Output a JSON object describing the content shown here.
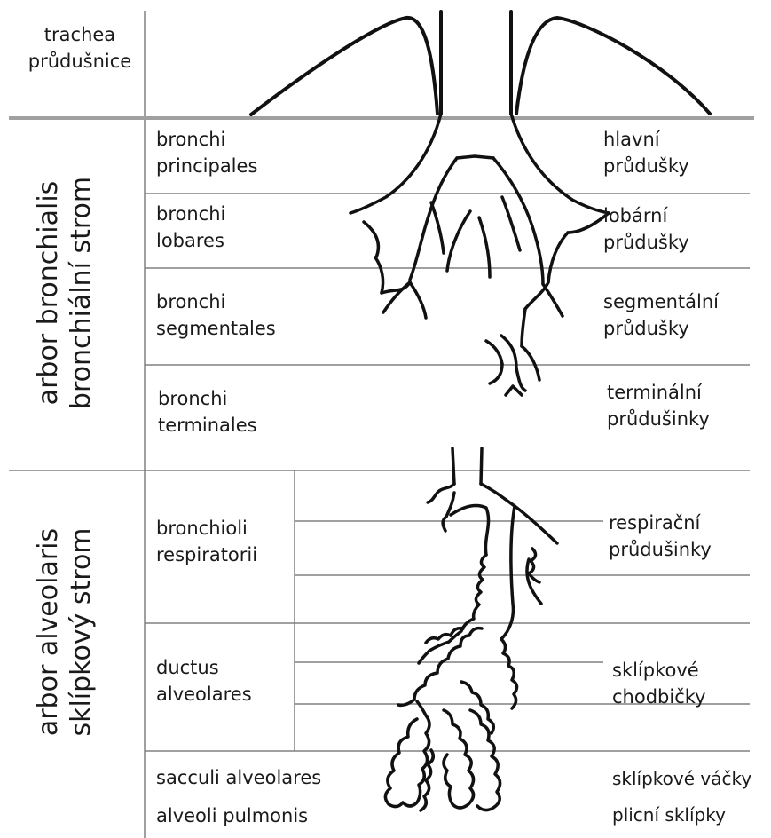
{
  "trachea": {
    "latin": "trachea",
    "czech": "průdušnice"
  },
  "sections": {
    "bronchial_tree": {
      "latin": "arbor bronchialis",
      "czech": "bronchiální strom"
    },
    "alveolar_tree": {
      "latin": "arbor alveolaris",
      "czech": "sklípkový strom"
    }
  },
  "levels": [
    {
      "latin_1": "bronchi",
      "latin_2": "principales",
      "czech_1": "hlavní",
      "czech_2": "průdušky"
    },
    {
      "latin_1": "bronchi",
      "latin_2": "lobares",
      "czech_1": "lobární",
      "czech_2": "průdušky"
    },
    {
      "latin_1": "bronchi",
      "latin_2": "segmentales",
      "czech_1": "segmentální",
      "czech_2": "průdušky"
    },
    {
      "latin_1": "bronchi",
      "latin_2": "terminales",
      "czech_1": "terminální",
      "czech_2": "průdušinky"
    },
    {
      "latin_1": "bronchioli",
      "latin_2": "respiratorii",
      "czech_1": "respirační",
      "czech_2": "průdušinky"
    },
    {
      "latin_1": "ductus",
      "latin_2": "alveolares",
      "czech_1": "sklípkové",
      "czech_2": "chodbičky"
    }
  ],
  "bottom": {
    "latin_1": "sacculi alveolares",
    "latin_2": "alveoli pulmonis",
    "czech_1": "sklípkové váčky",
    "czech_2": "plicní sklípky"
  }
}
